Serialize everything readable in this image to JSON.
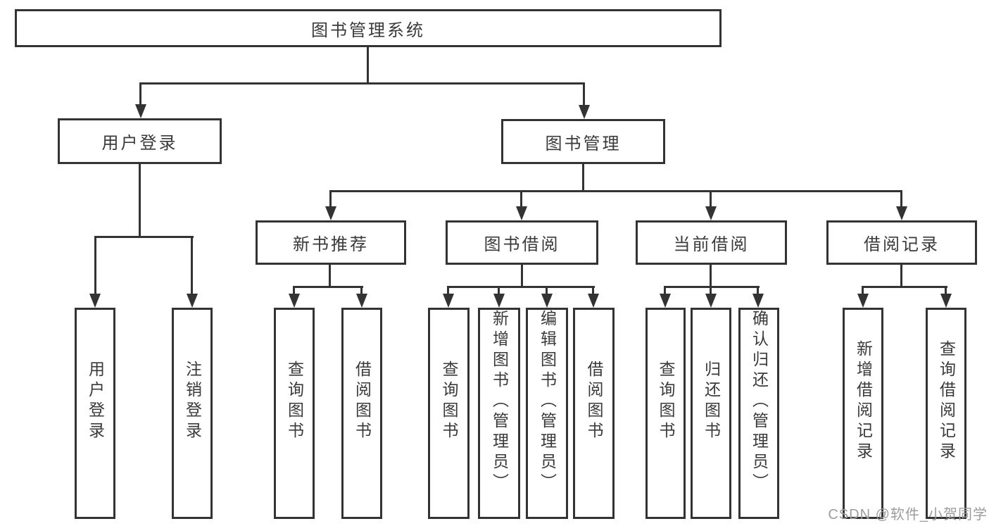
{
  "tree": {
    "label": "图书管理系统",
    "children": [
      {
        "label": "用户登录",
        "children": [
          {
            "label": "用户登录"
          },
          {
            "label": "注销登录"
          }
        ]
      },
      {
        "label": "图书管理",
        "children": [
          {
            "label": "新书推荐",
            "children": [
              {
                "label": "查询图书"
              },
              {
                "label": "借阅图书"
              }
            ]
          },
          {
            "label": "图书借阅",
            "children": [
              {
                "label": "查询图书"
              },
              {
                "label": "新增图书（管理员）"
              },
              {
                "label": "编辑图书（管理员）"
              },
              {
                "label": "借阅图书"
              }
            ]
          },
          {
            "label": "当前借阅",
            "children": [
              {
                "label": "查询图书"
              },
              {
                "label": "归还图书"
              },
              {
                "label": "确认归还（管理员）"
              }
            ]
          },
          {
            "label": "借阅记录",
            "children": [
              {
                "label": "新增借阅记录"
              },
              {
                "label": "查询借阅记录"
              }
            ]
          }
        ]
      }
    ]
  },
  "watermark": {
    "text": "CSDN @软件_小贺同学"
  },
  "colors": {
    "line": "#333333",
    "text": "#3a3a3a",
    "watermark": "#9c9c9c",
    "background": "#ffffff"
  }
}
